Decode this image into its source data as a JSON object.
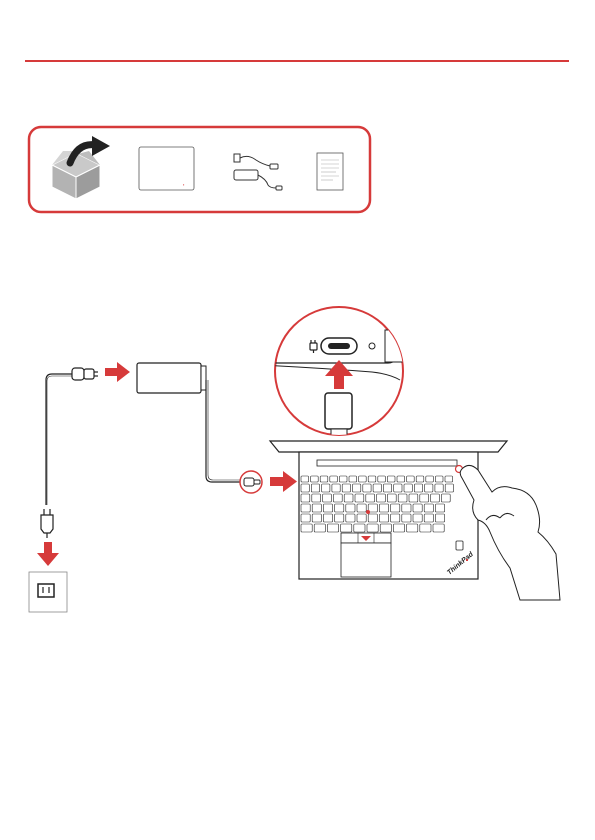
{
  "colors": {
    "accent": "#d63a3a",
    "line": "#222222",
    "light_line": "#888888"
  },
  "box_contents": {
    "items": [
      "package-open-icon",
      "laptop-lid-icon",
      "power-adapter-icon",
      "documents-icon"
    ]
  },
  "setup": {
    "steps": [
      "plug-into-outlet",
      "cord-to-adapter",
      "usb-c-to-laptop",
      "press-power-button"
    ],
    "laptop_brand_mark": "ThinkPad"
  }
}
